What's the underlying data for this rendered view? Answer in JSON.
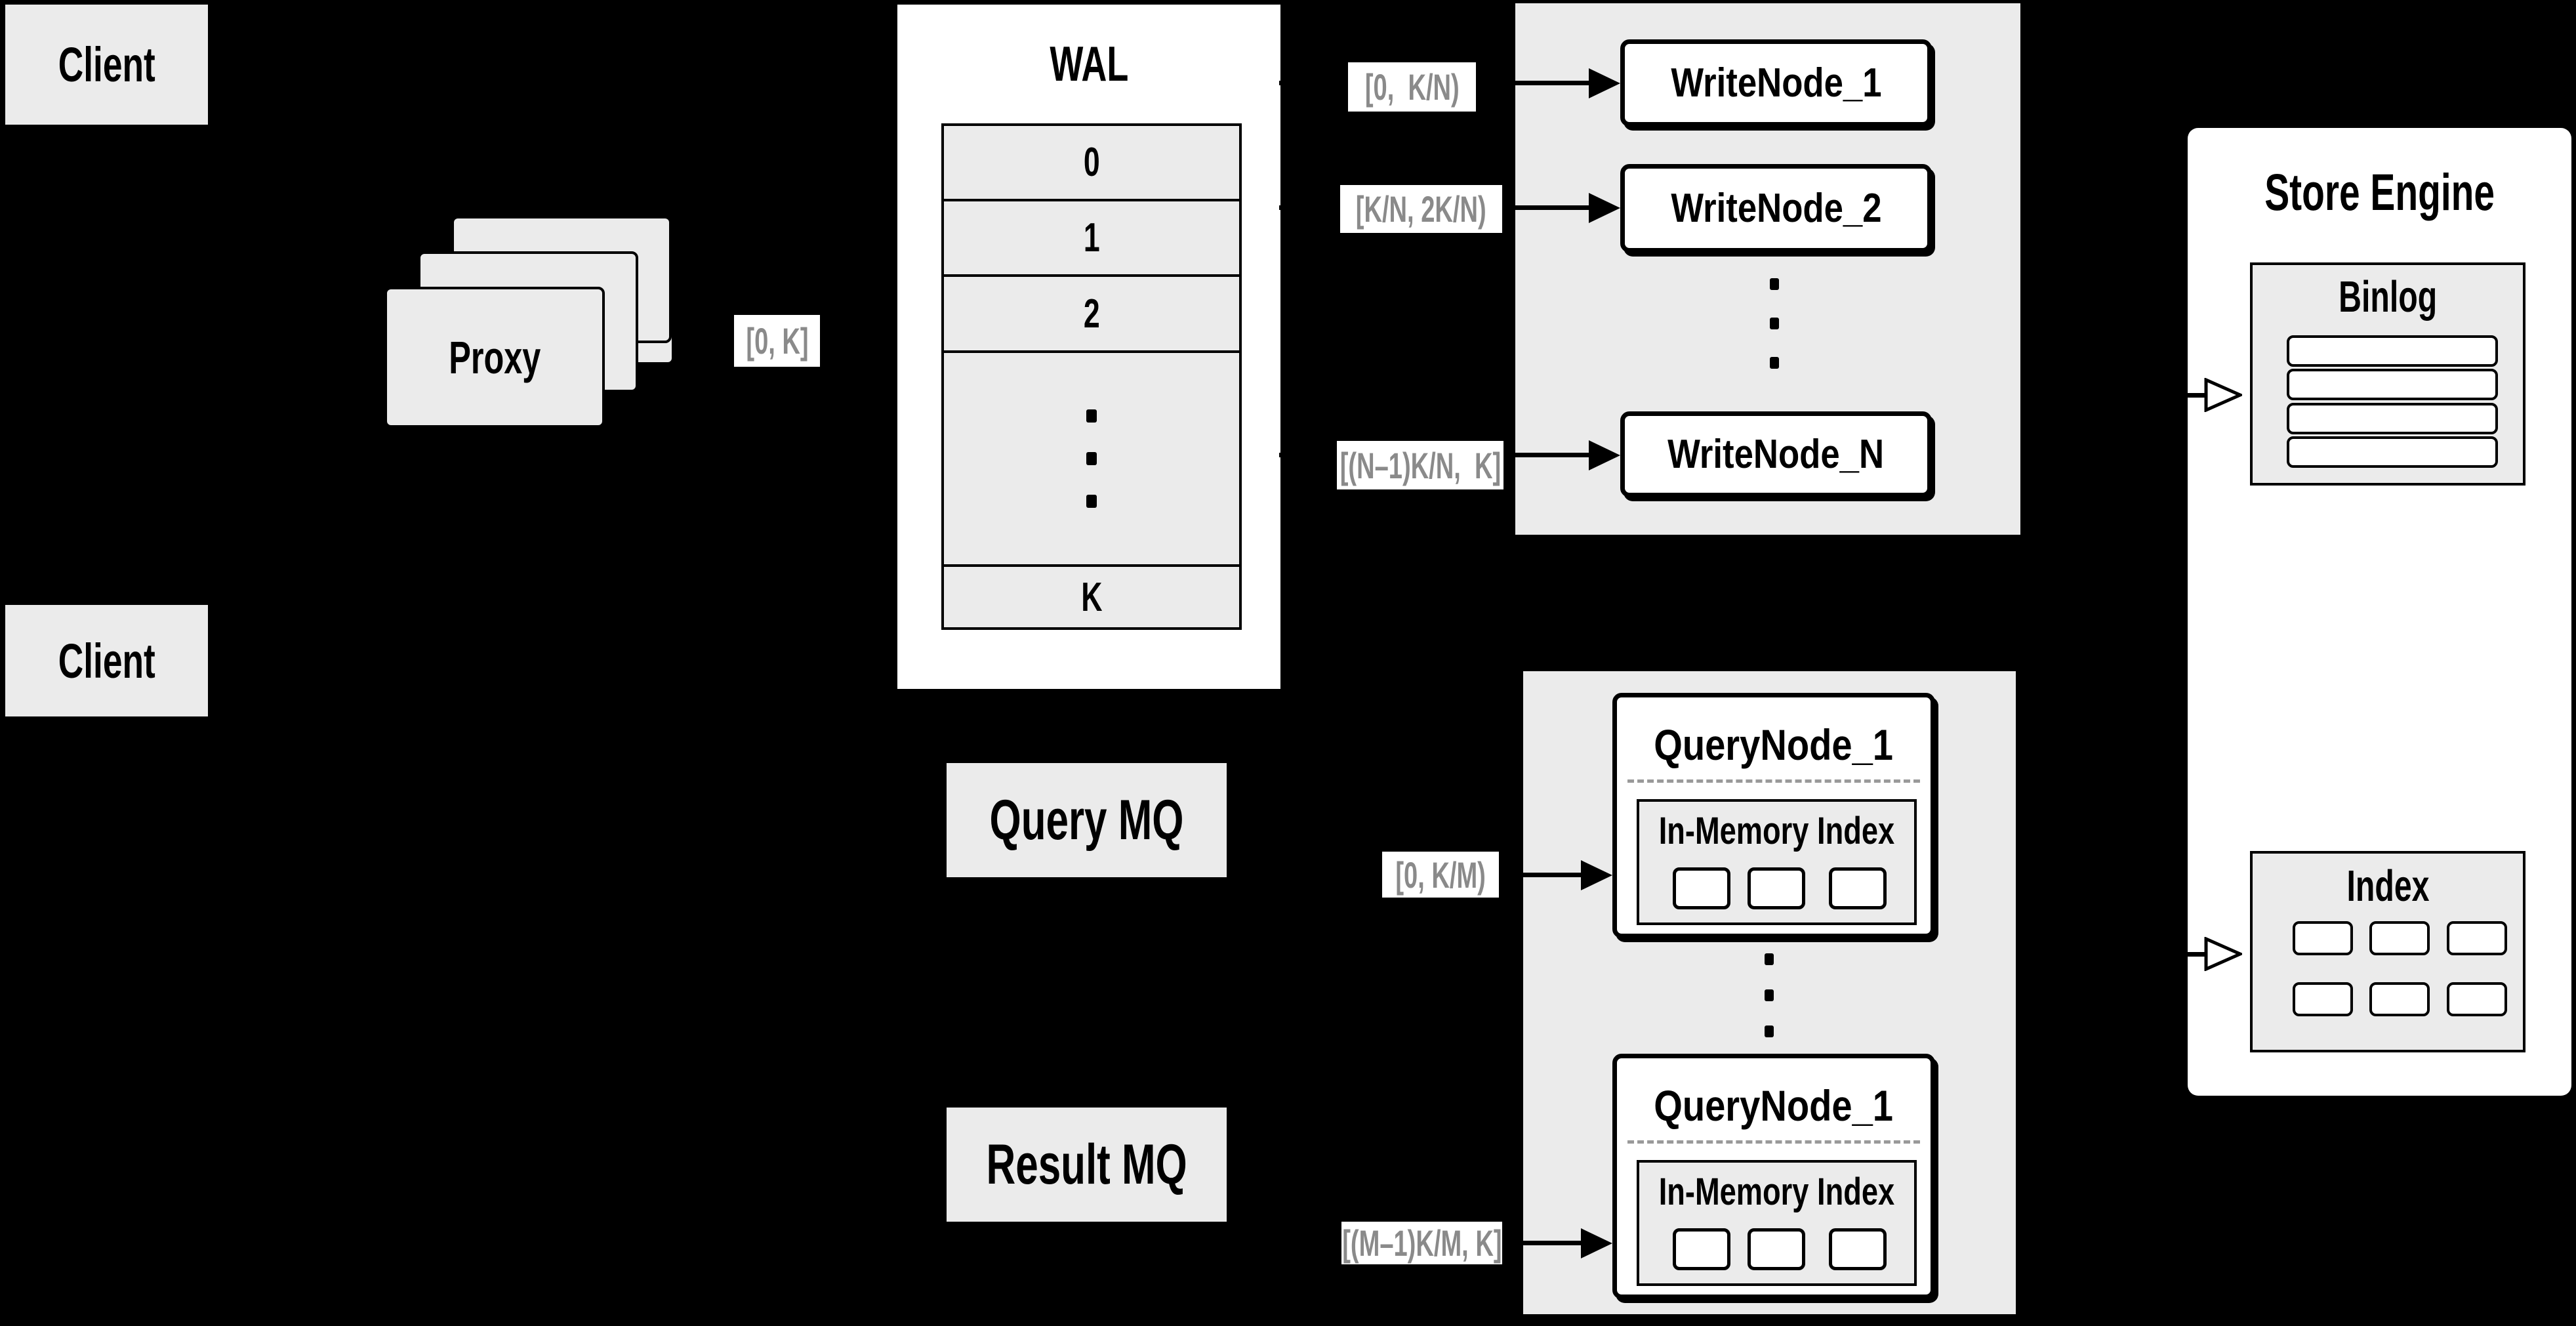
{
  "colors": {
    "background": "#000000",
    "box_gray": "#ebebeb",
    "box_white": "#ffffff",
    "border_black": "#000000",
    "range_label_text": "#8a8a8a"
  },
  "clients": {
    "top": "Client",
    "bottom": "Client"
  },
  "proxy": {
    "title": "Proxy"
  },
  "wal": {
    "title": "WAL",
    "segments": [
      "0",
      "1",
      "2",
      "K"
    ]
  },
  "flow_labels": {
    "proxy_to_wal": "[0, K]",
    "wal_to_writenode_1": "[0,  K/N)",
    "wal_to_writenode_2": "[K/N, 2K/N)",
    "wal_to_writenode_n": "[(N–1)K/N,  K]",
    "query_to_querynode_1": "[0, K/M)",
    "query_to_querynode_2": "[(M–1)K/M, K]"
  },
  "write_nodes": [
    "WriteNode_1",
    "WriteNode_2",
    "WriteNode_N"
  ],
  "mq": {
    "query": "Query MQ",
    "result": "Result MQ"
  },
  "query_nodes": [
    {
      "title": "QueryNode_1",
      "subtitle": "In-Memory Index"
    },
    {
      "title": "QueryNode_1",
      "subtitle": "In-Memory Index"
    }
  ],
  "store_engine": {
    "title": "Store Engine",
    "binlog": "Binlog",
    "index": "Index"
  }
}
